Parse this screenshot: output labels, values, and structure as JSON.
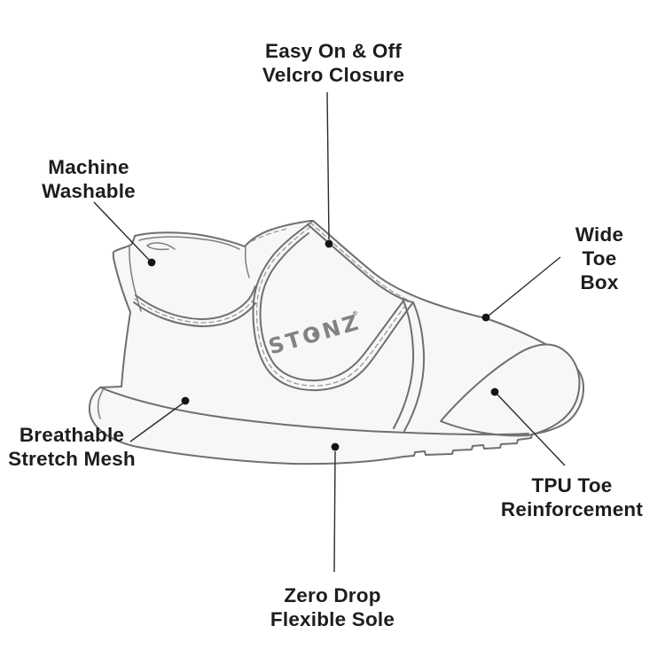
{
  "product": {
    "brand_logo": "STONZ",
    "registered_mark": "®"
  },
  "callouts": [
    {
      "id": "velcro-closure",
      "label": "Easy On & Off\nVelcro Closure"
    },
    {
      "id": "machine-washable",
      "label": "Machine\nWashable"
    },
    {
      "id": "wide-toe-box",
      "label": "Wide\nToe Box"
    },
    {
      "id": "breathable-stretch-mesh",
      "label": "Breathable\nStretch Mesh"
    },
    {
      "id": "tpu-toe-reinforcement",
      "label": "TPU Toe\nReinforcement"
    },
    {
      "id": "zero-drop-flexible-sole",
      "label": "Zero Drop\nFlexible Sole"
    }
  ],
  "colors": {
    "background": "#ffffff",
    "label_text": "#1d1d1f",
    "line_art": "#6f6f6f",
    "stitching": "#9a9a9a",
    "leader_line": "#2b2b2b",
    "anchor_dot": "#141414",
    "shoe_fill": "#f7f7f7",
    "logo_gray": "#828282"
  }
}
